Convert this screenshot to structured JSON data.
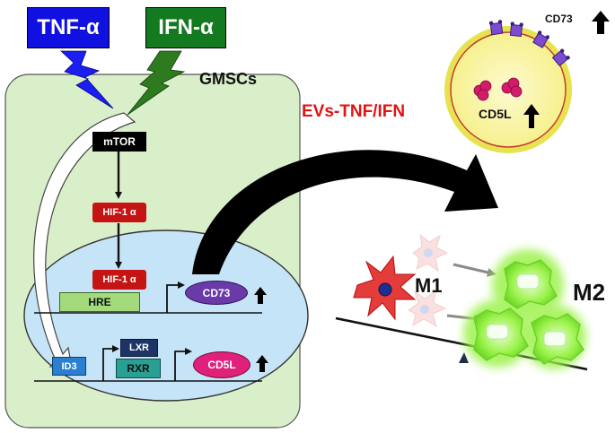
{
  "stimuli": {
    "tnf": "TNF-α",
    "ifn": "IFN-α"
  },
  "cell": {
    "name": "GMSCs",
    "mtor": "mTOR",
    "hif_cyto": "HIF-1 α",
    "hif_nuc": "HIF-1 α",
    "hre": "HRE",
    "cd73": "CD73",
    "id3": "ID3",
    "lxr": "LXR",
    "rxr": "RXR",
    "cd5l": "CD5L"
  },
  "vesicle": {
    "label": "EVs-TNF/IFN",
    "cd73": "CD73",
    "cd5l": "CD5L"
  },
  "macrophage": {
    "m1": "M1",
    "m2": "M2"
  },
  "colors": {
    "tnf_box": "#1010e0",
    "ifn_box": "#137a1f",
    "cell_fill": "#d9efc9",
    "nucleus_fill": "#c6e4f7",
    "hif_red": "#c41414",
    "ev_red": "#e31313",
    "cd73_purple": "#6a3aa8",
    "cd5l_pink": "#e0207a",
    "m2_green": "#8af23a"
  }
}
